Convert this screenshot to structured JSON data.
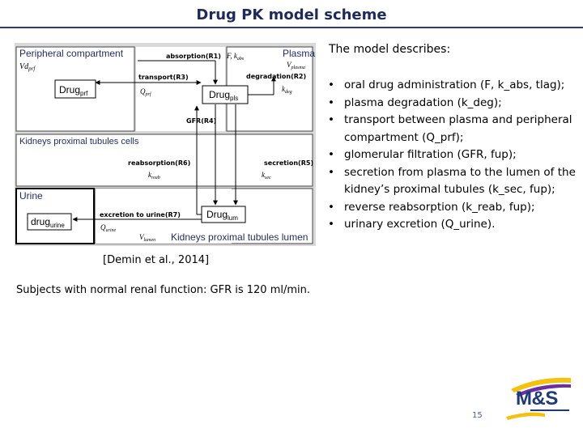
{
  "title": "Drug PK model scheme",
  "diagram": {
    "compartments": {
      "peripheral": "Peripheral compartment",
      "plasma": "Plasma",
      "kidney_cells": "Kidneys proximal tubules cells",
      "urine": "Urine",
      "lumen": "Kidneys proximal tubules lumen"
    },
    "reactions": {
      "r1": "absorption(R1)",
      "r2": "degradation(R2)",
      "r3": "transport(R3)",
      "r4": "GFR(R4)",
      "r5": "secretion(R5)",
      "r6": "reabsorption(R6)",
      "r7": "excretion to urine(R7)"
    },
    "species": {
      "prf": {
        "base": "Drug",
        "sub": "prf"
      },
      "pls": {
        "base": "Drug",
        "sub": "pls"
      },
      "lum": {
        "base": "Drug",
        "sub": "lum"
      },
      "urine": {
        "base": "drug",
        "sub": "urine"
      }
    },
    "parameters": {
      "vd_base": "Vd",
      "vd_sub": "prf",
      "f_kabs": "F, k",
      "kabs_sub": "abs",
      "v_plasma_base": "V",
      "v_plasma_sub": "plasma",
      "k_deg_base": "k",
      "k_deg_sub": "deg",
      "q_prf_base": "Q",
      "q_prf_sub": "prf",
      "k_reab_base": "k",
      "k_reab_sub": "reab",
      "k_sec_base": "k",
      "k_sec_sub": "sec",
      "q_urine_base": "Q",
      "q_urine_sub": "urine",
      "v_lumen_base": "V",
      "v_lumen_sub": "lumen"
    }
  },
  "description": {
    "heading": "The model describes:",
    "bullet": "•",
    "items": [
      "oral drug administration (F, k_abs, tlag);",
      "plasma degradation (k_deg);",
      "transport between plasma and peripheral compartment (Q_prf);",
      "glomerular filtration (GFR, fup);",
      "secretion from plasma to the lumen of the kidney’s proximal tubules (k_sec, fup);",
      "reverse reabsorption (k_reab, fup);",
      "urinary excretion (Q_urine)."
    ]
  },
  "citation": "[Demin et al., 2014]",
  "note": "Subjects with normal renal function: GFR is 120 ml/min.",
  "page_number": "15",
  "logo": {
    "text": "M&S",
    "colors": {
      "navy": "#1f3a7a",
      "yellow": "#f4c20d",
      "purple": "#6b2fa0"
    }
  }
}
